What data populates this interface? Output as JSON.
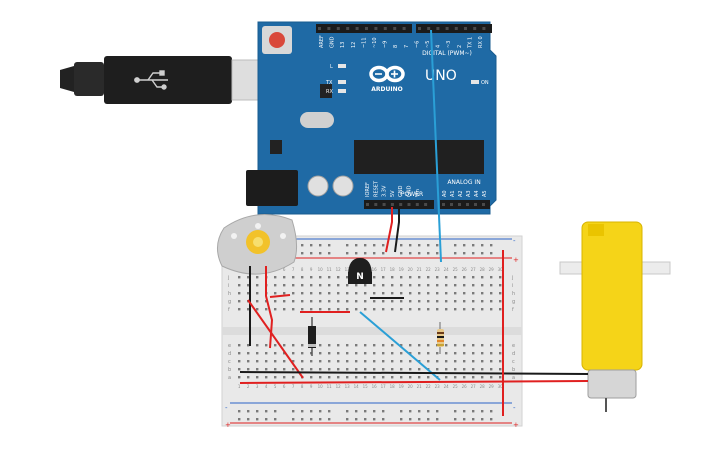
{
  "arduino": {
    "logo_text": "ARDUINO",
    "model": "UNO",
    "digital_header": "DIGITAL (PWM~)",
    "analog_header": "ANALOG IN",
    "power_header": "POWER",
    "tx_label": "TX",
    "rx_label": "RX",
    "l_label": "L",
    "on_label": "ON",
    "top_pin_labels": [
      "AREF",
      "GND",
      "13",
      "12",
      "~11",
      "~10",
      "~9",
      "8",
      "7",
      "~6",
      "~5",
      "4",
      "~3",
      "2",
      "TX 1",
      "RX 0"
    ],
    "power_pin_labels": [
      "IOREF",
      "RESET",
      "3.3V",
      "5V",
      "GND",
      "GND",
      "Vin"
    ],
    "analog_pin_labels": [
      "A0",
      "A1",
      "A2",
      "A3",
      "A4",
      "A5"
    ]
  },
  "breadboard": {
    "row_letters_top": [
      "j",
      "i",
      "h",
      "g",
      "f"
    ],
    "row_letters_bottom": [
      "e",
      "d",
      "c",
      "b",
      "a"
    ],
    "column_count": 30,
    "rail_plus": "+",
    "rail_minus": "-"
  },
  "components": {
    "transistor_label": "N"
  },
  "colors": {
    "board": "#1f6aa5",
    "breadboard": "#e9e9e9",
    "wire_red": "#e02020",
    "wire_black": "#1a1a1a",
    "wire_blue": "#2a9fd6",
    "motor_yellow": "#f5d418",
    "dc_motor_gray": "#cfcfcf"
  }
}
